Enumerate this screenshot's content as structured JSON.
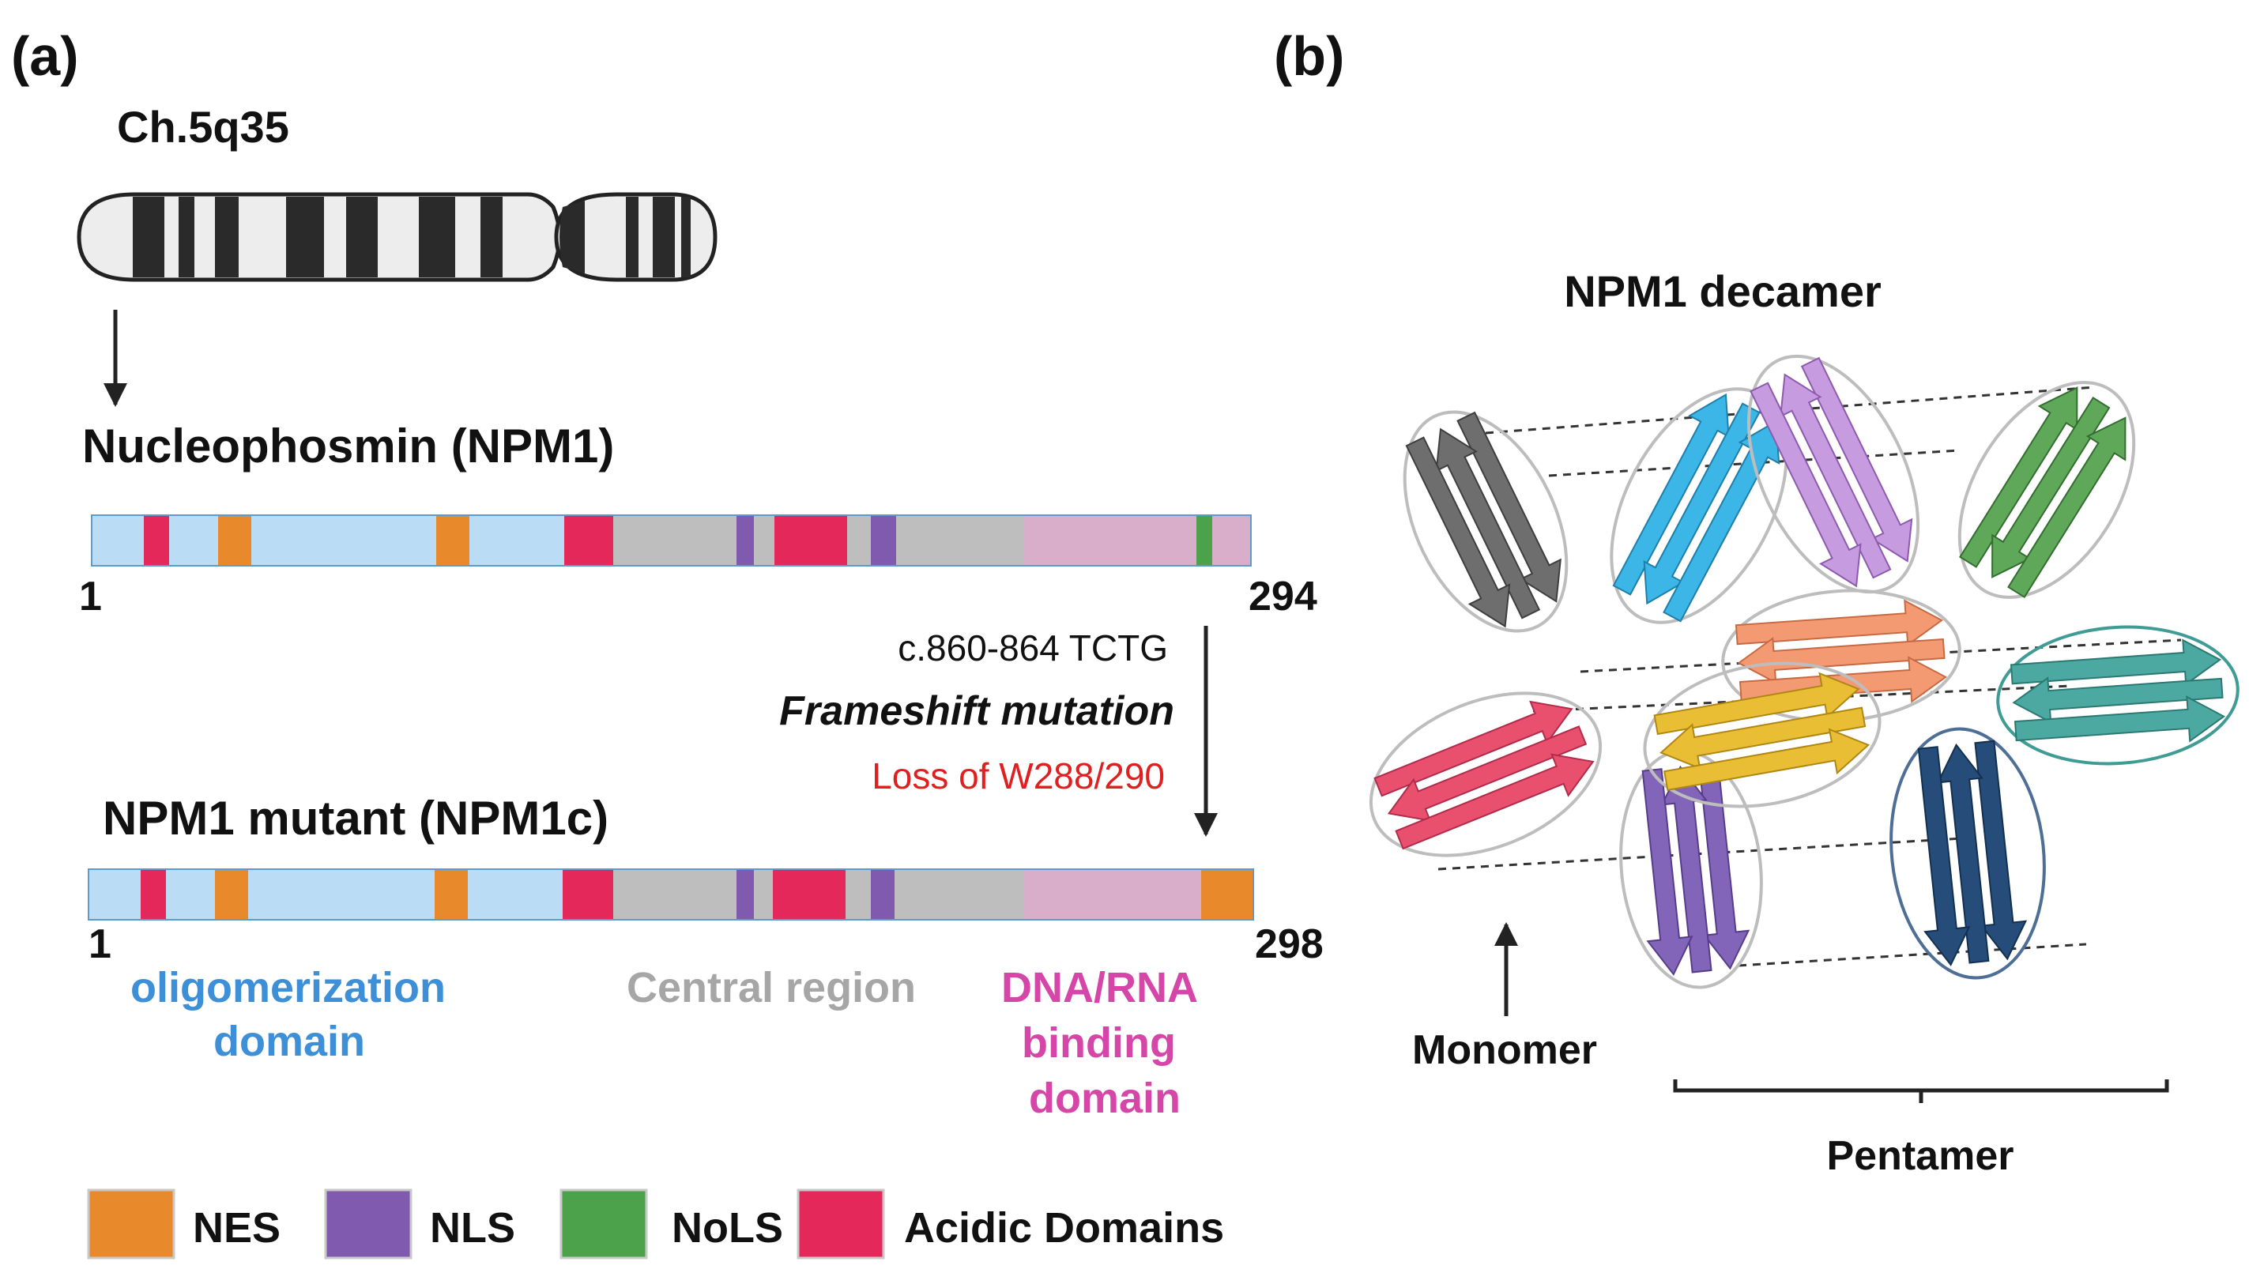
{
  "panel_a": {
    "label": "(a)",
    "chromosome_label": "Ch.5q35",
    "wt_title": "Nucleophosmin (NPM1)",
    "wt_start": "1",
    "wt_end": "294",
    "mutation_code": "c.860-864 TCTG",
    "mutation_type": "Frameshift mutation",
    "mutation_effect": "Loss of W288/290",
    "mut_title": "NPM1 mutant (NPM1c)",
    "mut_start": "1",
    "mut_end": "298",
    "region_oligo_line1": "oligomerization",
    "region_oligo_line2": "domain",
    "region_central": "Central region",
    "region_dna_line1": "DNA/RNA",
    "region_dna_line2": "binding",
    "region_dna_line3": "domain",
    "legend": [
      {
        "label": "NES",
        "color": "#E8892B"
      },
      {
        "label": "NLS",
        "color": "#7F5AAE"
      },
      {
        "label": "NoLS",
        "color": "#4CA24B"
      },
      {
        "label": "Acidic Domains",
        "color": "#E4285A"
      }
    ]
  },
  "panel_b": {
    "label": "(b)",
    "title": "NPM1 decamer",
    "monomer_label": "Monomer",
    "pentamer_label": "Pentamer"
  },
  "colors": {
    "oligomerization": "#BBDCF5",
    "central": "#BEBEBE",
    "dna_binding": "#D9AECB",
    "nes": "#E8892B",
    "nls": "#7F5AAE",
    "nols": "#4CA24B",
    "acidic": "#E4285A",
    "oligo_text": "#3D8FD8",
    "central_text": "#A6A6A6",
    "dna_text": "#D645A8",
    "mutation_effect": "#E02020"
  }
}
